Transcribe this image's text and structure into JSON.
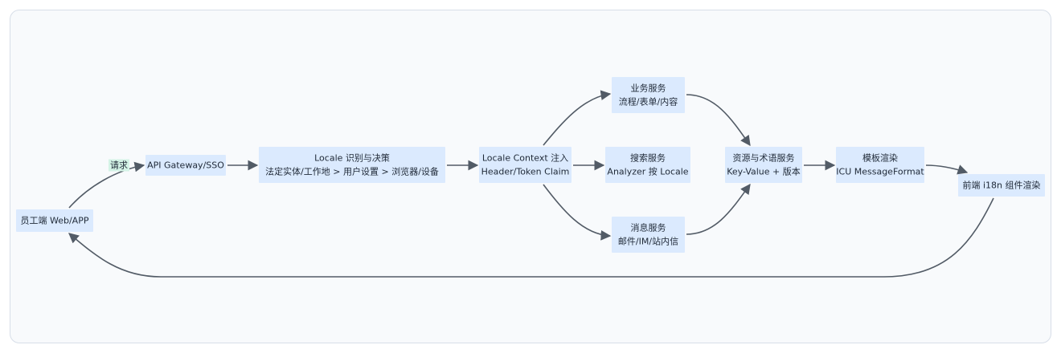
{
  "nodes": {
    "client": {
      "lines": [
        "员工端 Web/APP"
      ]
    },
    "gateway": {
      "lines": [
        "API Gateway/SSO"
      ]
    },
    "locale": {
      "lines": [
        "Locale 识别与决策",
        "法定实体/工作地 > 用户设置 > 浏览器/设备"
      ]
    },
    "context": {
      "lines": [
        "Locale Context 注入",
        "Header/Token Claim"
      ]
    },
    "business": {
      "lines": [
        "业务服务",
        "流程/表单/内容"
      ]
    },
    "search": {
      "lines": [
        "搜索服务",
        "Analyzer 按 Locale"
      ]
    },
    "message": {
      "lines": [
        "消息服务",
        "邮件/IM/站内信"
      ]
    },
    "resource": {
      "lines": [
        "资源与术语服务",
        "Key-Value + 版本"
      ]
    },
    "template": {
      "lines": [
        "模板渲染",
        "ICU MessageFormat"
      ]
    },
    "frontend": {
      "lines": [
        "前端 i18n 组件渲染"
      ]
    }
  },
  "edges": [
    {
      "from": "client",
      "to": "gateway",
      "label": "请求"
    },
    {
      "from": "gateway",
      "to": "locale"
    },
    {
      "from": "locale",
      "to": "context"
    },
    {
      "from": "context",
      "to": "business"
    },
    {
      "from": "context",
      "to": "search"
    },
    {
      "from": "context",
      "to": "message"
    },
    {
      "from": "business",
      "to": "resource"
    },
    {
      "from": "message",
      "to": "resource"
    },
    {
      "from": "resource",
      "to": "template"
    },
    {
      "from": "template",
      "to": "frontend"
    },
    {
      "from": "frontend",
      "to": "client"
    }
  ],
  "colors": {
    "node_fill": "#dbeafe",
    "edge_stroke": "#525b66",
    "label_fill": "#d4f3e6",
    "canvas_fill": "#f8fafc"
  }
}
